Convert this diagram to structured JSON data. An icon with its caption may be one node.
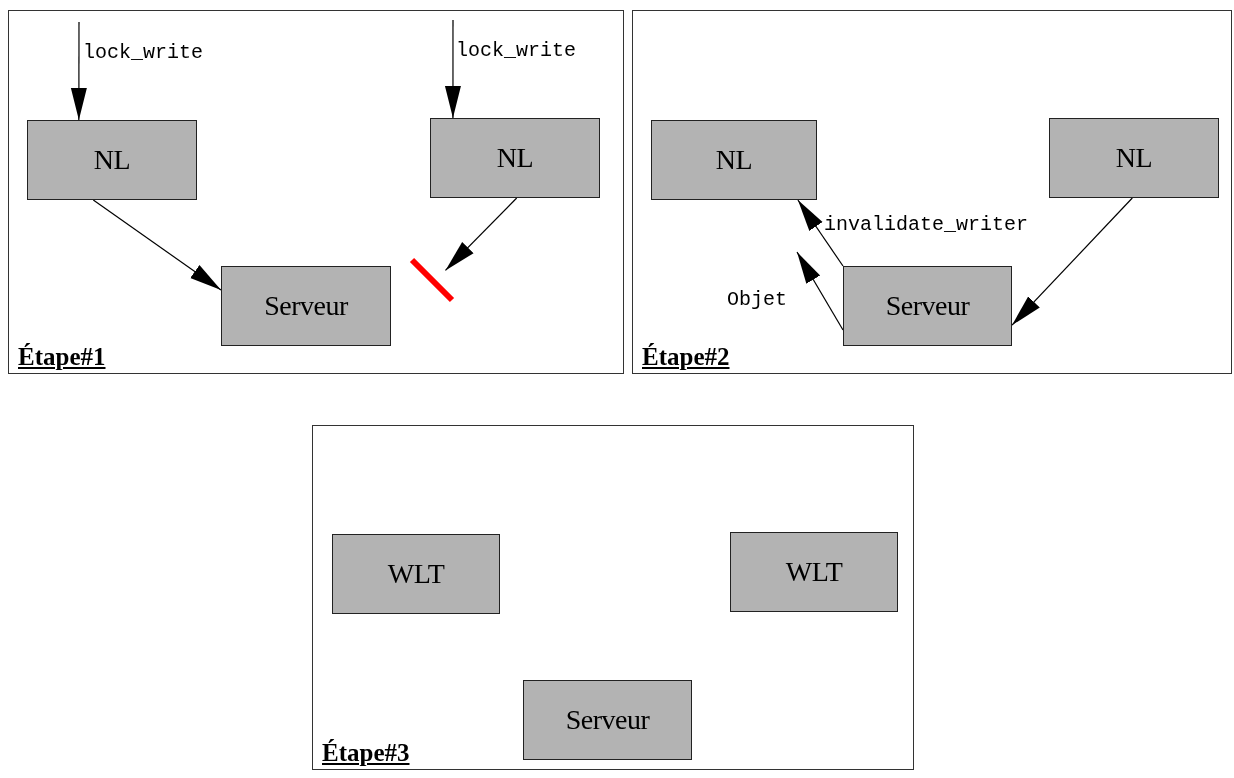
{
  "diagram": {
    "nodes": [
      {
        "text": [
          "Étape#1"
        ]
      },
      {
        "text": [
          "NL"
        ],
        "in": 0
      },
      {
        "text": [
          "NL"
        ],
        "in": 0
      },
      {
        "text": [
          "Serveur"
        ],
        "in": 0
      },
      {
        "text": [],
        "shape": "bar",
        "in": 0
      },
      {
        "text": [
          "Étape#2"
        ]
      },
      {
        "text": [
          "NL"
        ],
        "in": 5
      },
      {
        "text": [
          "NL"
        ],
        "in": 5
      },
      {
        "text": [
          "Serveur"
        ],
        "in": 5
      },
      {
        "text": [
          "Étape#3"
        ]
      },
      {
        "text": [
          "WLT"
        ],
        "in": 9
      },
      {
        "text": [
          "WLT"
        ],
        "in": 9
      },
      {
        "text": [
          "Serveur"
        ],
        "in": 9
      }
    ],
    "edges": [
      {
        "from": null,
        "to": 1,
        "arrow": "to",
        "label": "lock_write"
      },
      {
        "from": null,
        "to": 2,
        "arrow": "to",
        "label": "lock_write"
      },
      {
        "from": 1,
        "to": 3,
        "arrow": "to"
      },
      {
        "from": 2,
        "to": 4,
        "arrow": "to"
      },
      {
        "from": 8,
        "to": 6,
        "arrow": "to",
        "label": "invalidate_writer"
      },
      {
        "from": 8,
        "to": null,
        "arrow": "to",
        "label": "Objet"
      },
      {
        "from": 7,
        "to": 8,
        "arrow": "to"
      }
    ]
  }
}
